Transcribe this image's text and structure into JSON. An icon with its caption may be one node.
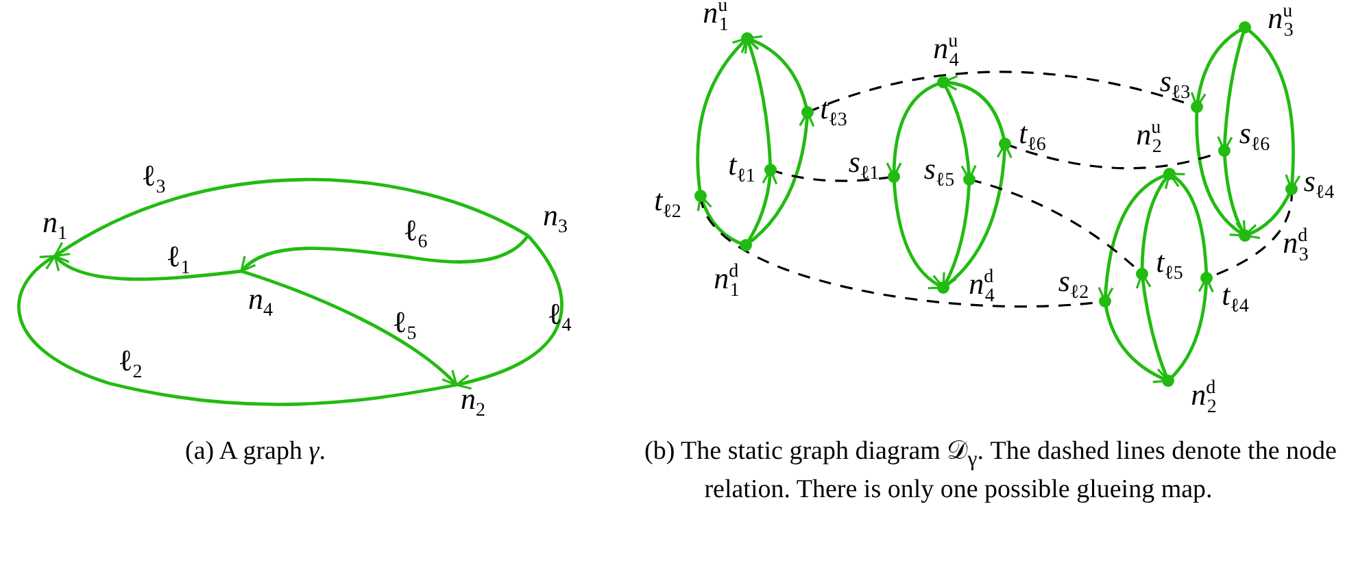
{
  "diagram": {
    "nodes": [
      {
        "text": [
          "*n*$_{1}$"
        ]
      },
      {
        "text": [
          "*n*$_{2}$"
        ]
      },
      {
        "text": [
          "*n*$_{3}$"
        ]
      },
      {
        "text": [
          "*n*$_{4}$"
        ]
      },
      {
        "text": [
          "*n*$^{u}$$_{1}$"
        ]
      },
      {
        "text": [
          "*t*$_{ℓ3}$"
        ]
      },
      {
        "text": [
          "*t*$_{ℓ1}$"
        ]
      },
      {
        "text": [
          "*t*$_{ℓ2}$"
        ]
      },
      {
        "text": [
          "*n*$^{d}$$_{1}$"
        ]
      },
      {
        "text": [
          "*n*$^{u}$$_{4}$"
        ]
      },
      {
        "text": [
          "*s*$_{ℓ1}$"
        ]
      },
      {
        "text": [
          "*s*$_{ℓ5}$"
        ]
      },
      {
        "text": [
          "*t*$_{ℓ6}$"
        ]
      },
      {
        "text": [
          "*n*$^{d}$$_{4}$"
        ]
      },
      {
        "text": [
          "*n*$^{u}$$_{3}$"
        ]
      },
      {
        "text": [
          "*s*$_{ℓ3}$"
        ]
      },
      {
        "text": [
          "*s*$_{ℓ6}$"
        ]
      },
      {
        "text": [
          "*s*$_{ℓ4}$"
        ]
      },
      {
        "text": [
          "*n*$^{d}$$_{3}$"
        ]
      },
      {
        "text": [
          "*n*$^{u}$$_{2}$"
        ]
      },
      {
        "text": [
          "*s*$_{ℓ2}$"
        ]
      },
      {
        "text": [
          "*t*$_{ℓ5}$"
        ]
      },
      {
        "text": [
          "*t*$_{ℓ4}$"
        ]
      },
      {
        "text": [
          "*n*$^{d}$$_{2}$"
        ]
      }
    ],
    "edges": [
      {
        "from": 2,
        "to": 0,
        "arrow": "to",
        "label": "ℓ$_{3}$"
      },
      {
        "from": 3,
        "to": 0,
        "arrow": "to",
        "label": "ℓ$_{1}$"
      },
      {
        "from": 2,
        "to": 3,
        "arrow": "to",
        "label": "ℓ$_{6}$"
      },
      {
        "from": 3,
        "to": 1,
        "arrow": "to",
        "label": "ℓ$_{5}$"
      },
      {
        "from": 2,
        "to": 1,
        "arrow": "to",
        "label": "ℓ$_{4}$"
      },
      {
        "from": 1,
        "to": 0,
        "arrow": "to",
        "label": "ℓ$_{2}$"
      },
      {
        "from": 8,
        "to": 7,
        "arrow": "to"
      },
      {
        "from": 7,
        "to": 4,
        "arrow": "to"
      },
      {
        "from": 8,
        "to": 6,
        "arrow": "to"
      },
      {
        "from": 6,
        "to": 4,
        "arrow": "to"
      },
      {
        "from": 8,
        "to": 5,
        "arrow": "to"
      },
      {
        "from": 5,
        "to": 4,
        "arrow": "to"
      },
      {
        "from": 9,
        "to": 10,
        "arrow": "to"
      },
      {
        "from": 10,
        "to": 13,
        "arrow": "to"
      },
      {
        "from": 9,
        "to": 11,
        "arrow": "to"
      },
      {
        "from": 11,
        "to": 13,
        "arrow": "to"
      },
      {
        "from": 13,
        "to": 12,
        "arrow": "to"
      },
      {
        "from": 12,
        "to": 9,
        "arrow": "to"
      },
      {
        "from": 14,
        "to": 15,
        "arrow": "to"
      },
      {
        "from": 15,
        "to": 18,
        "arrow": "to"
      },
      {
        "from": 14,
        "to": 16,
        "arrow": "to"
      },
      {
        "from": 16,
        "to": 18,
        "arrow": "to"
      },
      {
        "from": 14,
        "to": 17,
        "arrow": "to"
      },
      {
        "from": 17,
        "to": 18,
        "arrow": "to"
      },
      {
        "from": 19,
        "to": 20,
        "arrow": "to"
      },
      {
        "from": 20,
        "to": 23,
        "arrow": "to"
      },
      {
        "from": 23,
        "to": 21,
        "arrow": "to"
      },
      {
        "from": 21,
        "to": 19,
        "arrow": "to"
      },
      {
        "from": 23,
        "to": 22,
        "arrow": "to"
      },
      {
        "from": 22,
        "to": 19,
        "arrow": "to"
      },
      {
        "from": 5,
        "to": 15,
        "arrow": "none",
        "style": "dashed",
        "color": "#000000"
      },
      {
        "from": 6,
        "to": 10,
        "arrow": "none",
        "style": "dashed",
        "color": "#000000"
      },
      {
        "from": 7,
        "to": 20,
        "arrow": "none",
        "style": "dashed",
        "color": "#000000"
      },
      {
        "from": 11,
        "to": 21,
        "arrow": "none",
        "style": "dashed",
        "color": "#000000"
      },
      {
        "from": 12,
        "to": 16,
        "arrow": "none",
        "style": "dashed",
        "color": "#000000"
      },
      {
        "from": 17,
        "to": 22,
        "arrow": "none",
        "style": "dashed",
        "color": "#000000"
      }
    ],
    "labels": [
      "(a) A graph *γ*.",
      "(b) The static graph diagram 𝒟$_{γ}$. The dashed lines denote the node relation. There is only one possible glueing map."
    ]
  }
}
